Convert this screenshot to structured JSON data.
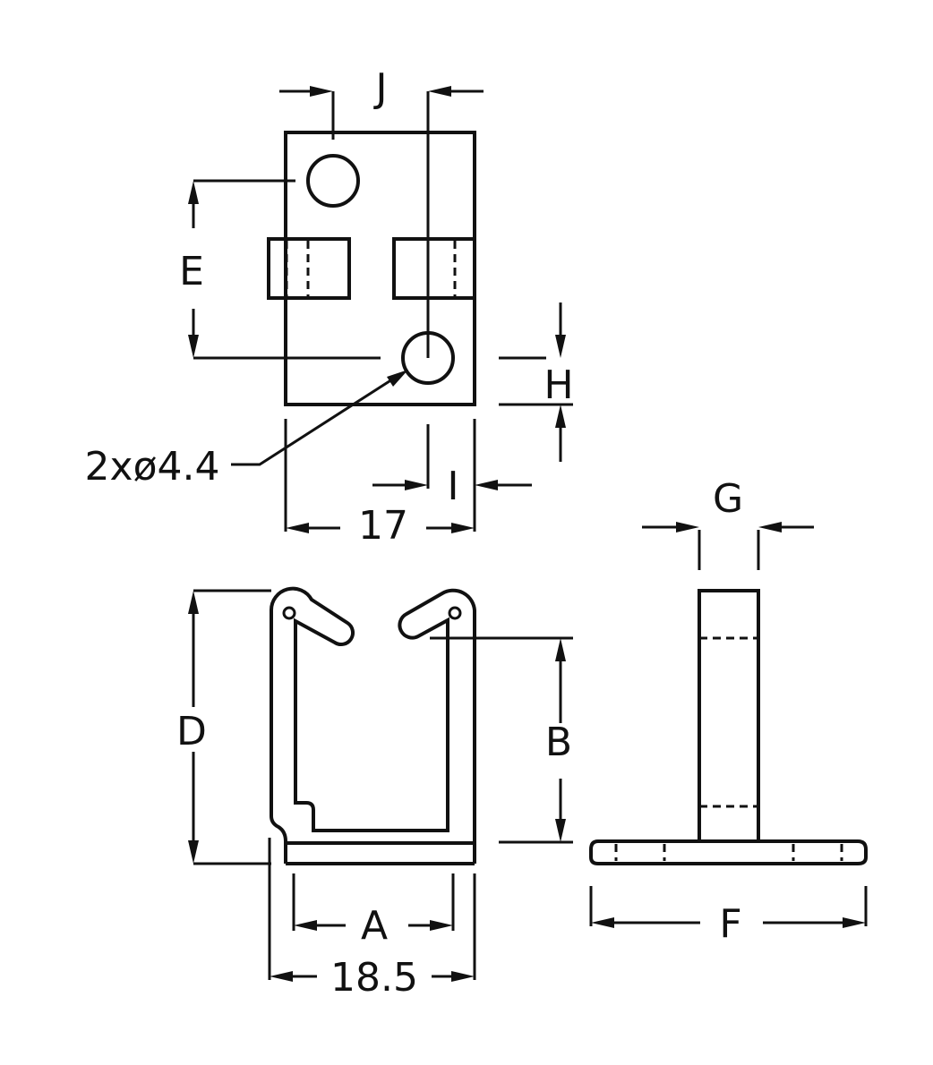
{
  "labels": {
    "J": "J",
    "E": "E",
    "H": "H",
    "I": "I",
    "width_top": "17",
    "hole_spec": "2xø4.4",
    "G": "G",
    "D": "D",
    "B": "B",
    "A": "A",
    "width_front": "18.5",
    "F": "F"
  }
}
